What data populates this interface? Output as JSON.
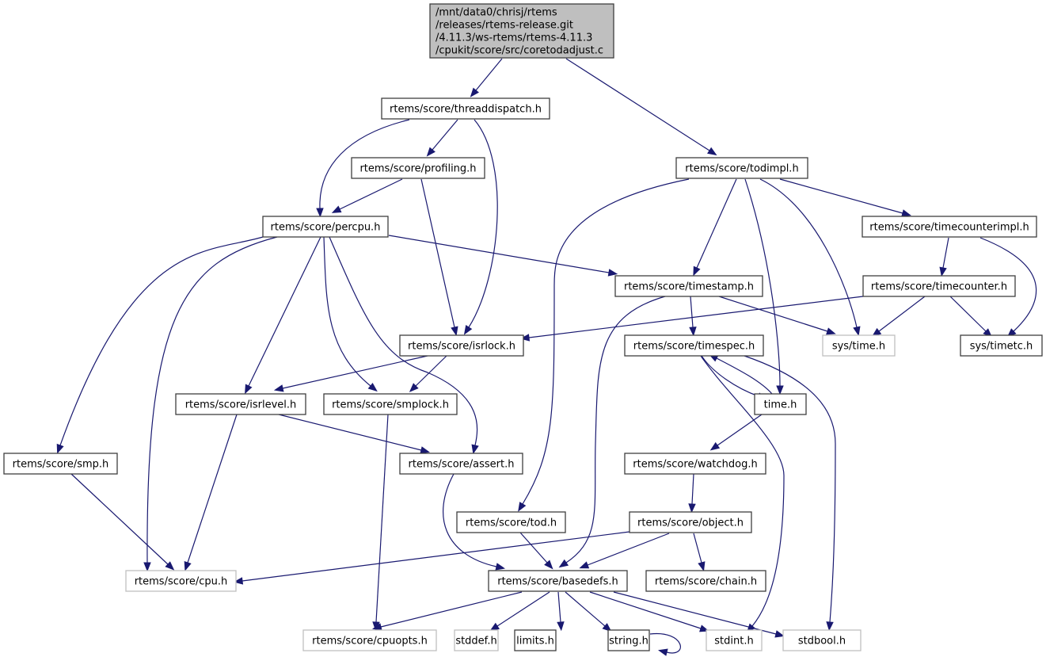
{
  "title": "Include dependency graph for coretodadjust.c",
  "colors": {
    "edge": "#191970",
    "root_fill": "#bfbfbf",
    "node_border": "#3f3f3f",
    "external_border": "#bfbfbf"
  },
  "nodes": [
    {
      "id": "root",
      "kind": "root",
      "lines": [
        "/mnt/data0/chrisj/rtems",
        "/releases/rtems-release.git",
        "/4.11.3/ws-rtems/rtems-4.11.3",
        "/cpukit/score/src/coretodadjust.c"
      ]
    },
    {
      "id": "threaddispatch",
      "kind": "normal",
      "lines": [
        "rtems/score/threaddispatch.h"
      ]
    },
    {
      "id": "todimpl",
      "kind": "normal",
      "lines": [
        "rtems/score/todimpl.h"
      ]
    },
    {
      "id": "profiling",
      "kind": "normal",
      "lines": [
        "rtems/score/profiling.h"
      ]
    },
    {
      "id": "percpu",
      "kind": "normal",
      "lines": [
        "rtems/score/percpu.h"
      ]
    },
    {
      "id": "timecounterimpl",
      "kind": "normal",
      "lines": [
        "rtems/score/timecounterimpl.h"
      ]
    },
    {
      "id": "timestamp",
      "kind": "normal",
      "lines": [
        "rtems/score/timestamp.h"
      ]
    },
    {
      "id": "timecounter",
      "kind": "normal",
      "lines": [
        "rtems/score/timecounter.h"
      ]
    },
    {
      "id": "isrlock",
      "kind": "normal",
      "lines": [
        "rtems/score/isrlock.h"
      ]
    },
    {
      "id": "timespec",
      "kind": "normal",
      "lines": [
        "rtems/score/timespec.h"
      ]
    },
    {
      "id": "systime",
      "kind": "external",
      "lines": [
        "sys/time.h"
      ]
    },
    {
      "id": "systimetc",
      "kind": "normal",
      "lines": [
        "sys/timetc.h"
      ]
    },
    {
      "id": "isrlevel",
      "kind": "normal",
      "lines": [
        "rtems/score/isrlevel.h"
      ]
    },
    {
      "id": "smplock",
      "kind": "normal",
      "lines": [
        "rtems/score/smplock.h"
      ]
    },
    {
      "id": "timeh",
      "kind": "normal",
      "lines": [
        "time.h"
      ]
    },
    {
      "id": "smp",
      "kind": "normal",
      "lines": [
        "rtems/score/smp.h"
      ]
    },
    {
      "id": "assert",
      "kind": "normal",
      "lines": [
        "rtems/score/assert.h"
      ]
    },
    {
      "id": "watchdog",
      "kind": "normal",
      "lines": [
        "rtems/score/watchdog.h"
      ]
    },
    {
      "id": "tod",
      "kind": "normal",
      "lines": [
        "rtems/score/tod.h"
      ]
    },
    {
      "id": "object",
      "kind": "normal",
      "lines": [
        "rtems/score/object.h"
      ]
    },
    {
      "id": "cpu",
      "kind": "external",
      "lines": [
        "rtems/score/cpu.h"
      ]
    },
    {
      "id": "basedefs",
      "kind": "normal",
      "lines": [
        "rtems/score/basedefs.h"
      ]
    },
    {
      "id": "chain",
      "kind": "normal",
      "lines": [
        "rtems/score/chain.h"
      ]
    },
    {
      "id": "cpuopts",
      "kind": "external",
      "lines": [
        "rtems/score/cpuopts.h"
      ]
    },
    {
      "id": "stddef",
      "kind": "external",
      "lines": [
        "stddef.h"
      ]
    },
    {
      "id": "limits",
      "kind": "normal",
      "lines": [
        "limits.h"
      ]
    },
    {
      "id": "string",
      "kind": "normal",
      "lines": [
        "string.h"
      ]
    },
    {
      "id": "stdint",
      "kind": "external",
      "lines": [
        "stdint.h"
      ]
    },
    {
      "id": "stdbool",
      "kind": "external",
      "lines": [
        "stdbool.h"
      ]
    }
  ],
  "edges": [
    [
      "root",
      "threaddispatch"
    ],
    [
      "root",
      "todimpl"
    ],
    [
      "threaddispatch",
      "percpu"
    ],
    [
      "threaddispatch",
      "profiling"
    ],
    [
      "threaddispatch",
      "isrlock"
    ],
    [
      "profiling",
      "percpu"
    ],
    [
      "profiling",
      "isrlock"
    ],
    [
      "percpu",
      "timestamp"
    ],
    [
      "percpu",
      "smp"
    ],
    [
      "percpu",
      "cpu"
    ],
    [
      "percpu",
      "isrlevel"
    ],
    [
      "percpu",
      "smplock"
    ],
    [
      "percpu",
      "assert"
    ],
    [
      "todimpl",
      "tod"
    ],
    [
      "todimpl",
      "timestamp"
    ],
    [
      "todimpl",
      "timeh"
    ],
    [
      "todimpl",
      "systime"
    ],
    [
      "todimpl",
      "timecounterimpl"
    ],
    [
      "timecounterimpl",
      "timecounter"
    ],
    [
      "timecounterimpl",
      "systimetc"
    ],
    [
      "timecounter",
      "isrlock"
    ],
    [
      "timecounter",
      "systime"
    ],
    [
      "timecounter",
      "systimetc"
    ],
    [
      "timestamp",
      "basedefs"
    ],
    [
      "timestamp",
      "timespec"
    ],
    [
      "timestamp",
      "systime"
    ],
    [
      "isrlock",
      "isrlevel"
    ],
    [
      "isrlock",
      "smplock"
    ],
    [
      "timespec",
      "timeh"
    ],
    [
      "timespec",
      "stdint"
    ],
    [
      "timespec",
      "stdbool"
    ],
    [
      "timeh",
      "timespec"
    ],
    [
      "timeh",
      "watchdog"
    ],
    [
      "isrlevel",
      "cpu"
    ],
    [
      "isrlevel",
      "assert"
    ],
    [
      "smplock",
      "cpuopts"
    ],
    [
      "smp",
      "cpu"
    ],
    [
      "assert",
      "basedefs"
    ],
    [
      "watchdog",
      "object"
    ],
    [
      "tod",
      "basedefs"
    ],
    [
      "object",
      "cpu"
    ],
    [
      "object",
      "basedefs"
    ],
    [
      "object",
      "chain"
    ],
    [
      "basedefs",
      "cpuopts"
    ],
    [
      "basedefs",
      "stddef"
    ],
    [
      "basedefs",
      "limits"
    ],
    [
      "basedefs",
      "string"
    ],
    [
      "basedefs",
      "stdint"
    ],
    [
      "basedefs",
      "stdbool"
    ],
    [
      "string",
      "string"
    ]
  ]
}
